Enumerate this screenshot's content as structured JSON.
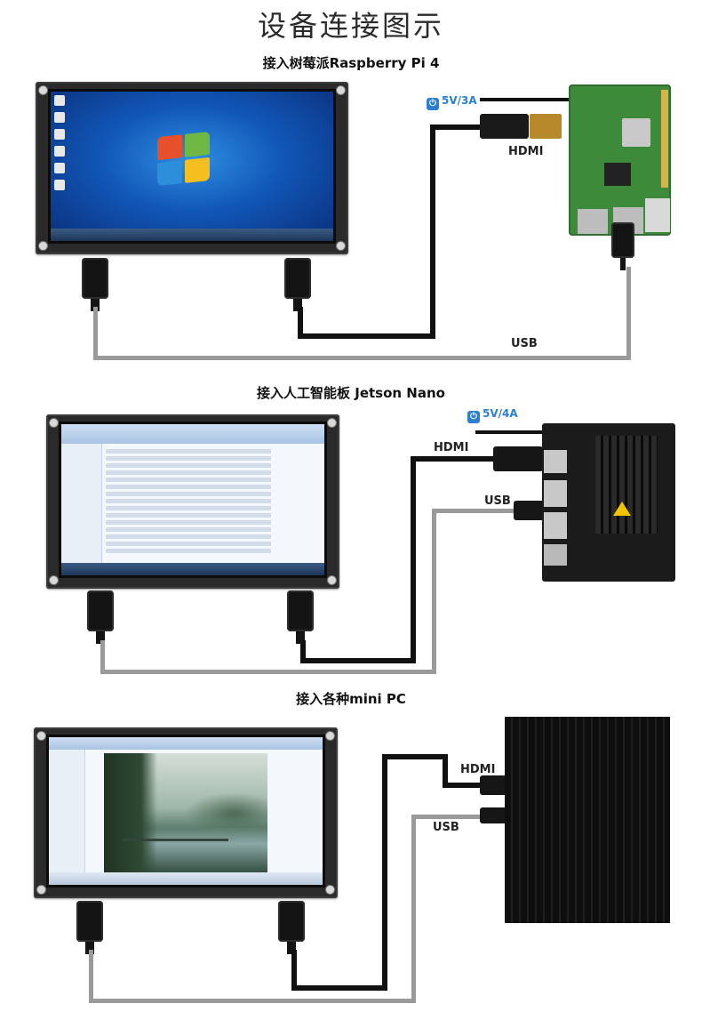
{
  "title": "设备连接图示",
  "sections": [
    {
      "heading": "接入树莓派Raspberry Pi 4",
      "power": "5V/3A",
      "hdmi": "HDMI",
      "usb": "USB"
    },
    {
      "heading": "接入人工智能板 Jetson Nano",
      "power": "5V/4A",
      "hdmi": "HDMI",
      "usb": "USB"
    },
    {
      "heading": "接入各种mini PC",
      "hdmi": "HDMI",
      "usb": "USB"
    }
  ],
  "colors": {
    "hdmi_cable": "#111111",
    "usb_cable": "#9a9a9a",
    "power_label": "#2a7fd0",
    "pi_board": "#3c8a3a"
  },
  "icons": {
    "power": "power-icon"
  }
}
